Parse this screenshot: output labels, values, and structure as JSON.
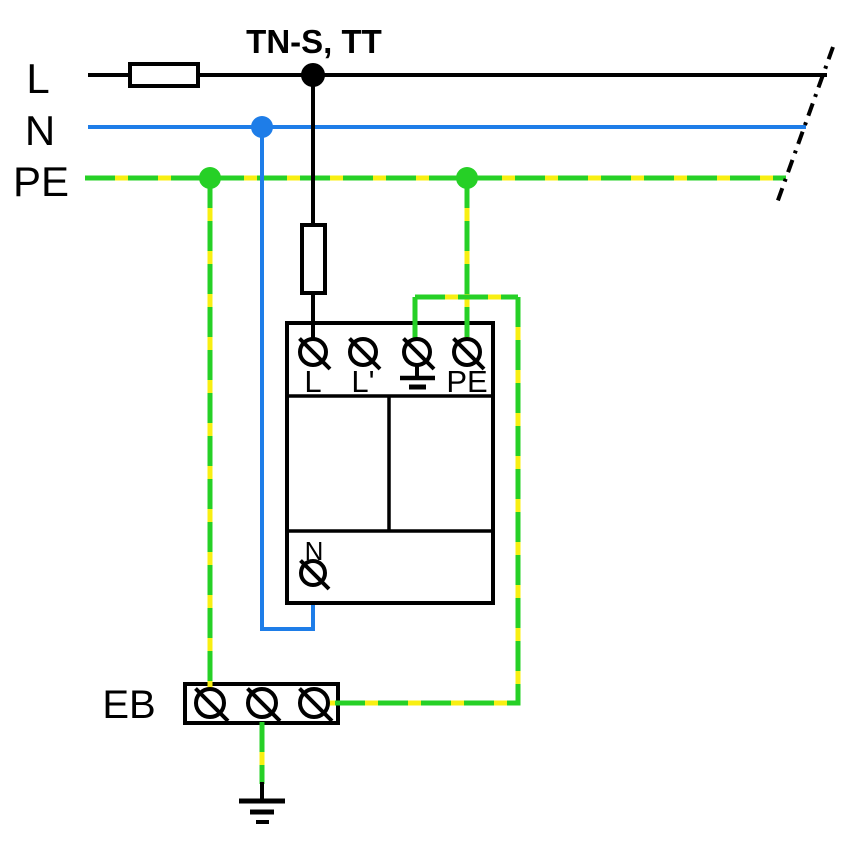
{
  "title": "TN-S, TT",
  "buses": {
    "l": "L",
    "n": "N",
    "pe": "PE"
  },
  "device": {
    "label_l": "L",
    "label_l2": "L'",
    "label_pe": "PE",
    "label_n": "N"
  },
  "eb": {
    "label": "EB"
  },
  "icons": {
    "terminal": "screw-terminal-circle-slash",
    "fuse": "fuse-rectangle",
    "earth": "earth-ground-symbol",
    "boundary": "dash-dot-cut-line"
  },
  "colors": {
    "line": "#000000",
    "neutral": "#1e7de8",
    "earth_green": "#26d026",
    "earth_yellow": "#f8ef12",
    "background": "#ffffff"
  }
}
